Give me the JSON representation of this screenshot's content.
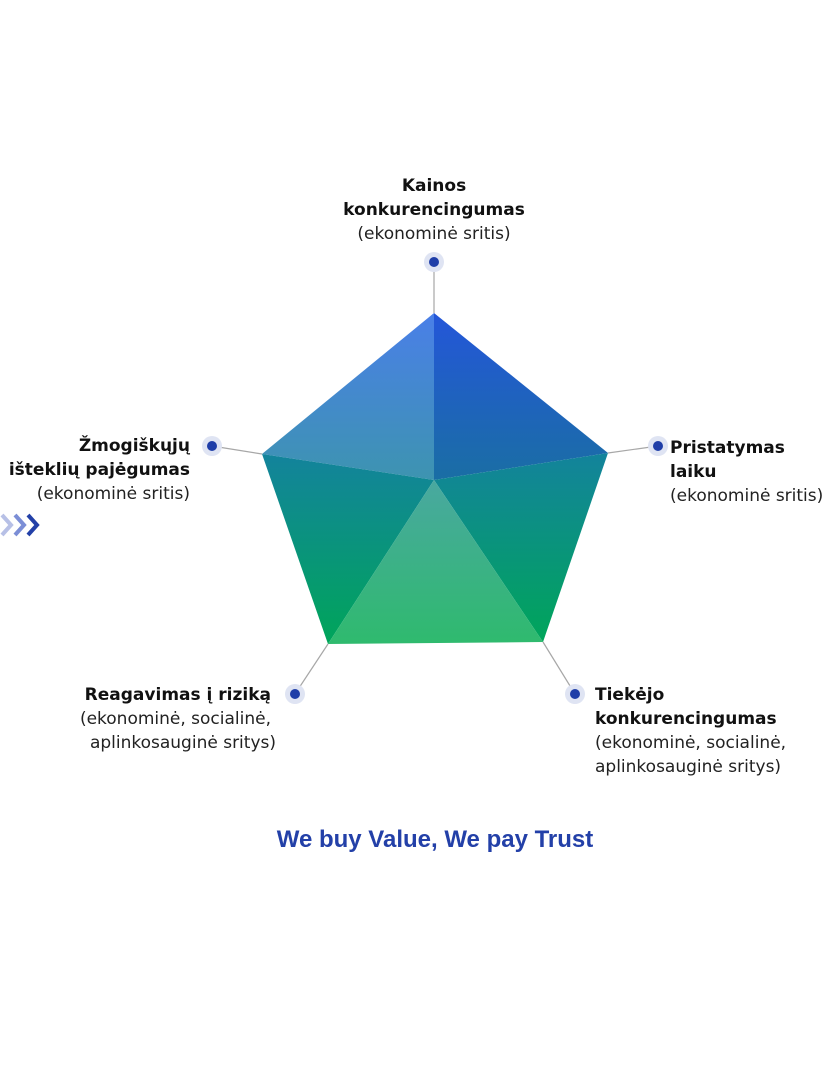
{
  "criteria": [
    {
      "title_lines": [
        "Kainos",
        "konkurencingumas"
      ],
      "sub_lines": [
        "(ekonominė sritis)"
      ]
    },
    {
      "title_lines": [
        "Pristatymas laiku"
      ],
      "sub_lines": [
        "(ekonominė sritis)"
      ]
    },
    {
      "title_lines": [
        "Tiekėjo",
        "konkurencingumas"
      ],
      "sub_lines": [
        "(ekonominė, socialinė,",
        "aplinkosauginė sritys)"
      ]
    },
    {
      "title_lines": [
        "Reagavimas į riziką"
      ],
      "sub_lines": [
        "(ekonominė, socialinė,",
        "aplinkosauginė sritys)"
      ]
    },
    {
      "title_lines": [
        "Žmogiškųjų",
        "išteklių pajėgumas"
      ],
      "sub_lines": [
        "(ekonominė sritis)"
      ]
    }
  ],
  "slogan": "We buy Value, We pay Trust",
  "colors": {
    "blue_top": "#2456d9",
    "teal": "#118a95",
    "green": "#00a55a",
    "light_green": "#34b874",
    "dot": "#1f3ea8",
    "halo": "#dfe4f3",
    "slogan": "#2340a8",
    "arrow": "#2340a8"
  },
  "decor": {
    "arrows_icon": "triple-chevron-right-icon"
  }
}
